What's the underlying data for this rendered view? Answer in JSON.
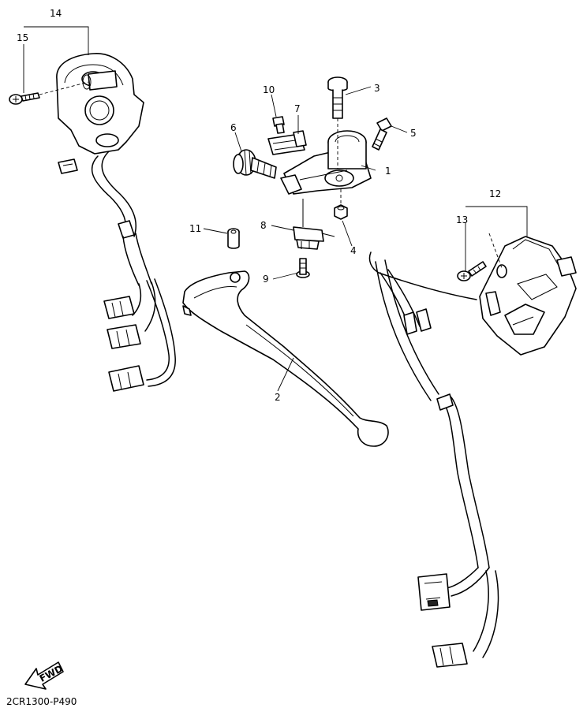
{
  "labels": {
    "l1": "1",
    "l2": "2",
    "l3": "3",
    "l4": "4",
    "l5": "5",
    "l6": "6",
    "l7": "7",
    "l8": "8",
    "l9": "9",
    "l10": "10",
    "l11": "11",
    "l12": "12",
    "l13": "13",
    "l14": "14",
    "l15": "15"
  },
  "fwd_label": "FWD",
  "diagram_code": "2CR1300-P490"
}
